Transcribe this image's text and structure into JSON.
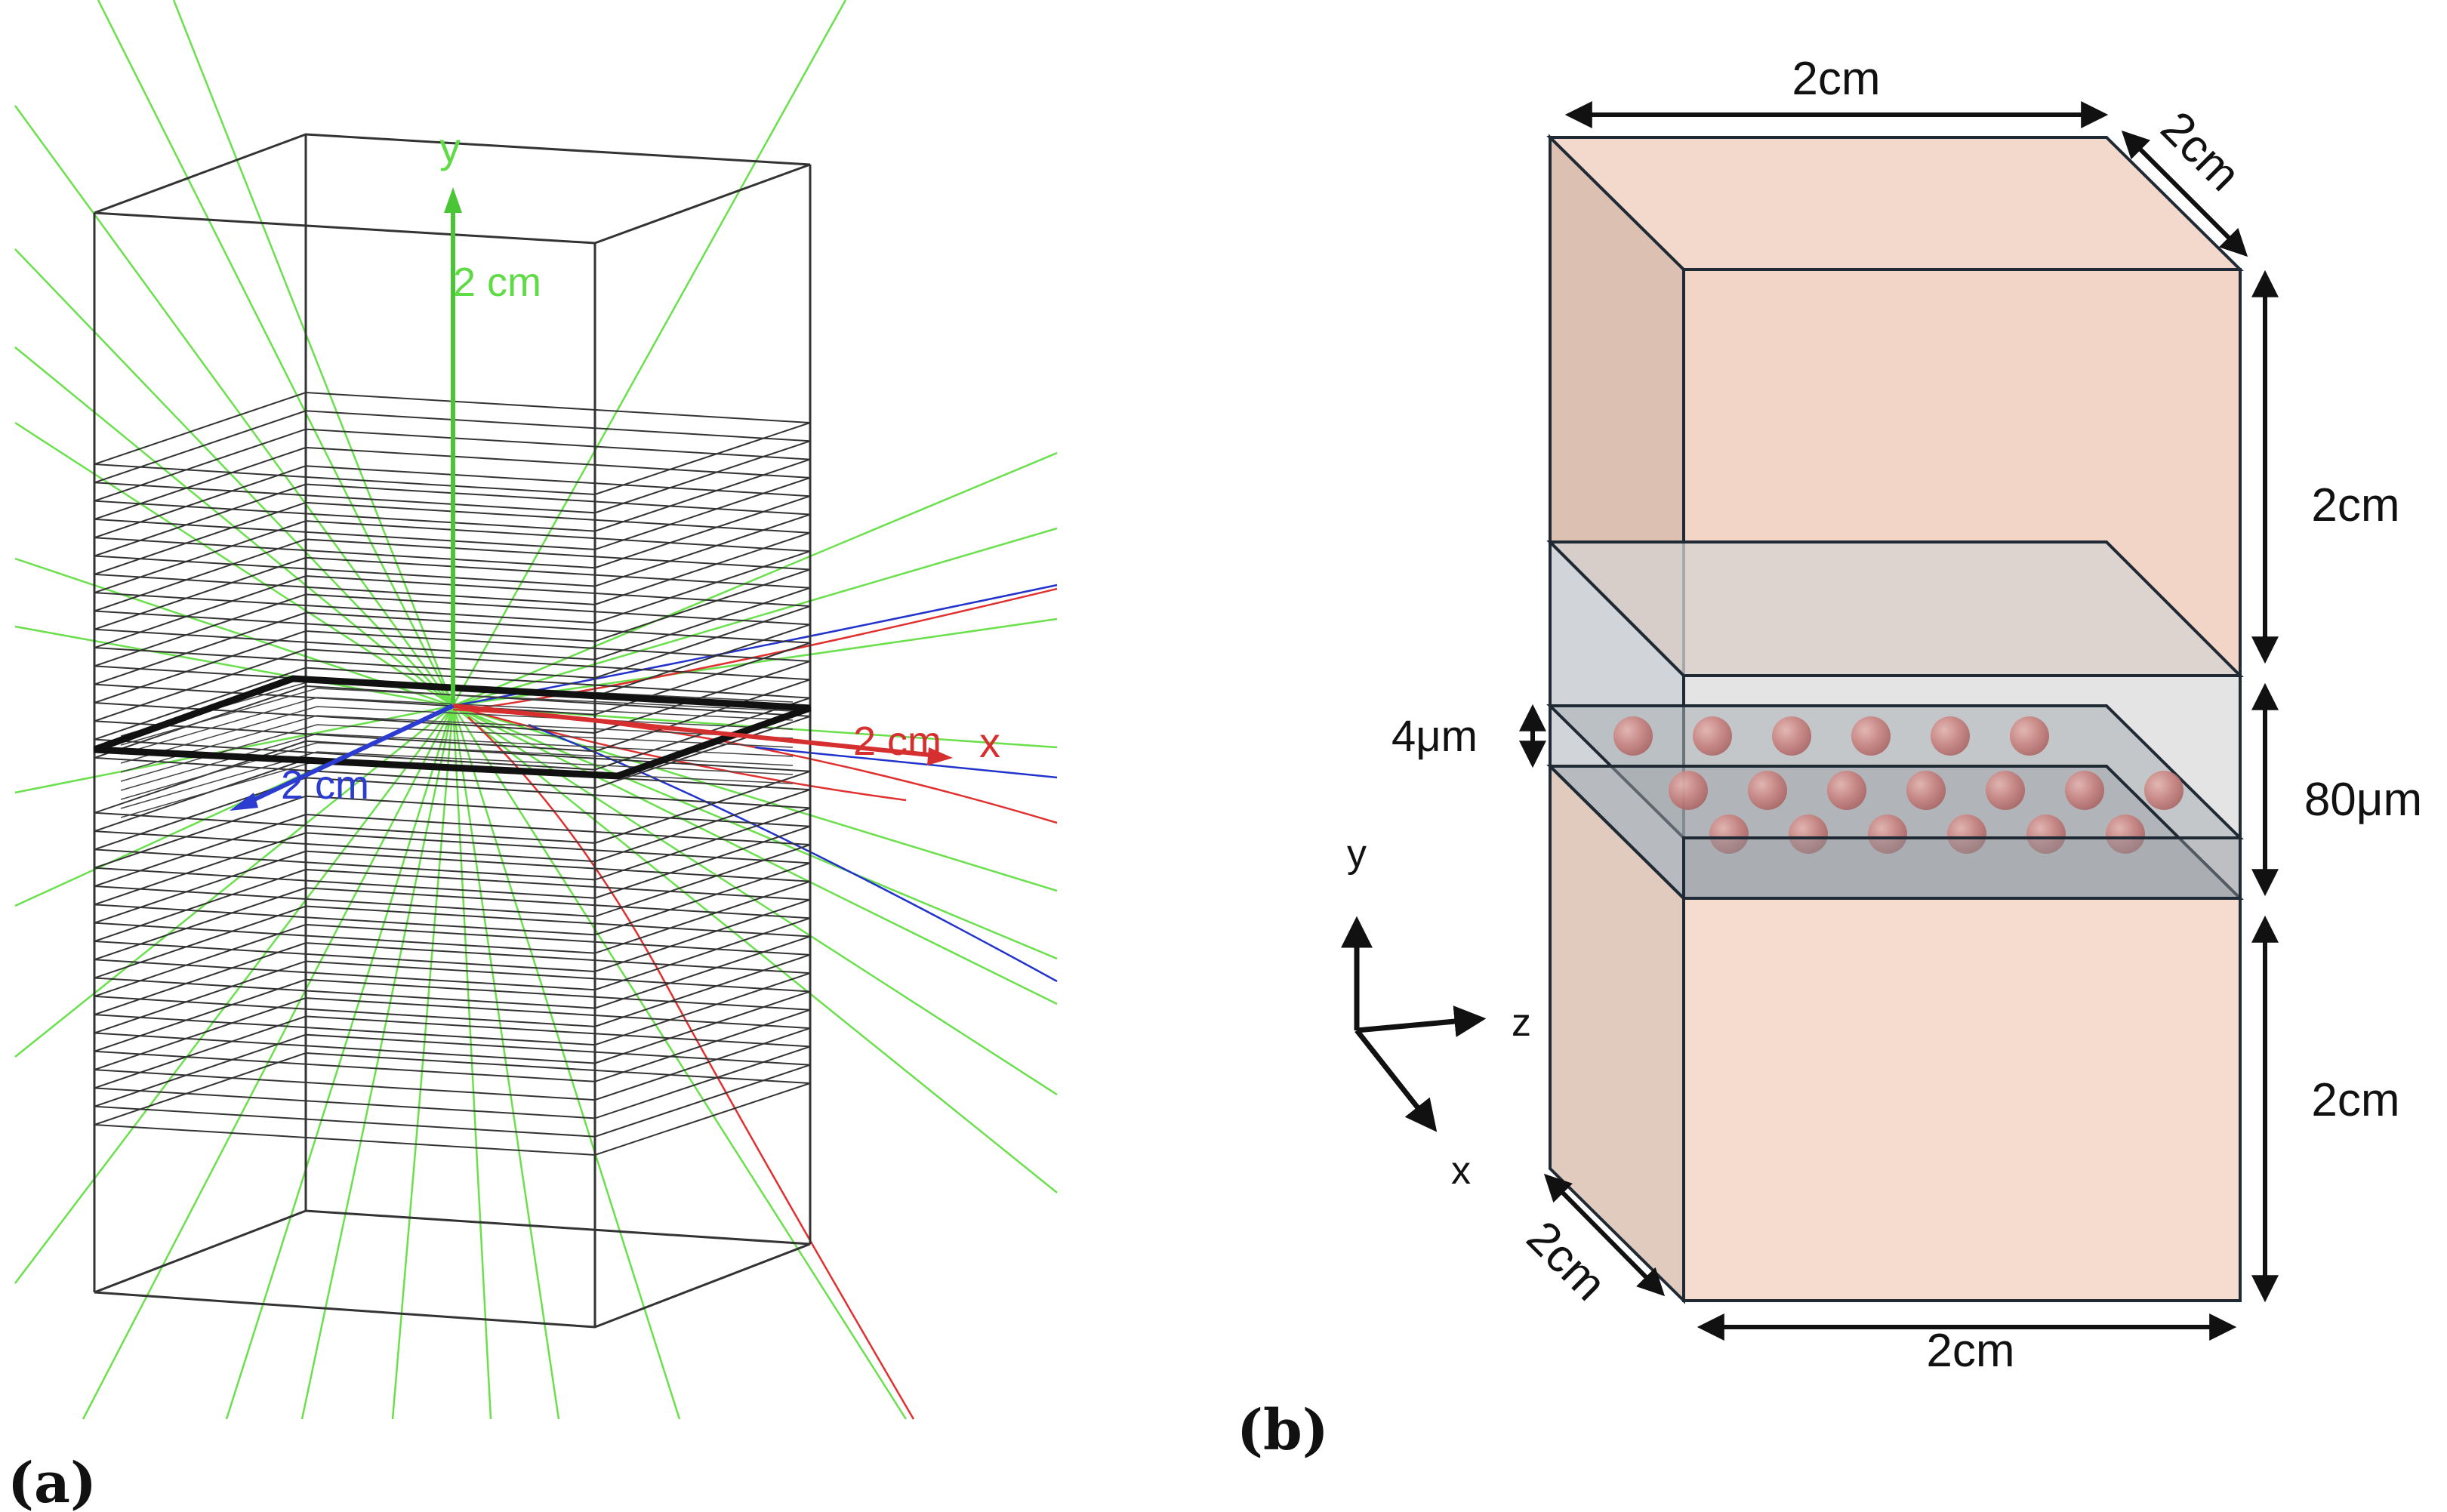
{
  "panel_a": {
    "label": "(a)",
    "axes": {
      "y": "y",
      "y_len": "2 cm",
      "x_len": "2 cm",
      "x": "x",
      "z_len": "2 cm"
    },
    "colors": {
      "gamma": "#66dd44",
      "electron": "#dd2222",
      "positron": "#2233cc",
      "frame": "#222222"
    }
  },
  "panel_b": {
    "label": "(b)",
    "dims": {
      "top_width": "2cm",
      "top_depth": "2cm",
      "upper_height": "2cm",
      "layer_height": "80μm",
      "lower_height": "2cm",
      "bottom_depth": "2cm",
      "bottom_width": "2cm",
      "particle_layer": "4μm"
    },
    "axes": {
      "y": "y",
      "z": "z",
      "x": "x"
    },
    "colors": {
      "block_fill": "#f2d7c8",
      "block_side": "#dfc3b3",
      "layer_fill": "#d9dfe6",
      "particle": "#c87a78"
    }
  }
}
